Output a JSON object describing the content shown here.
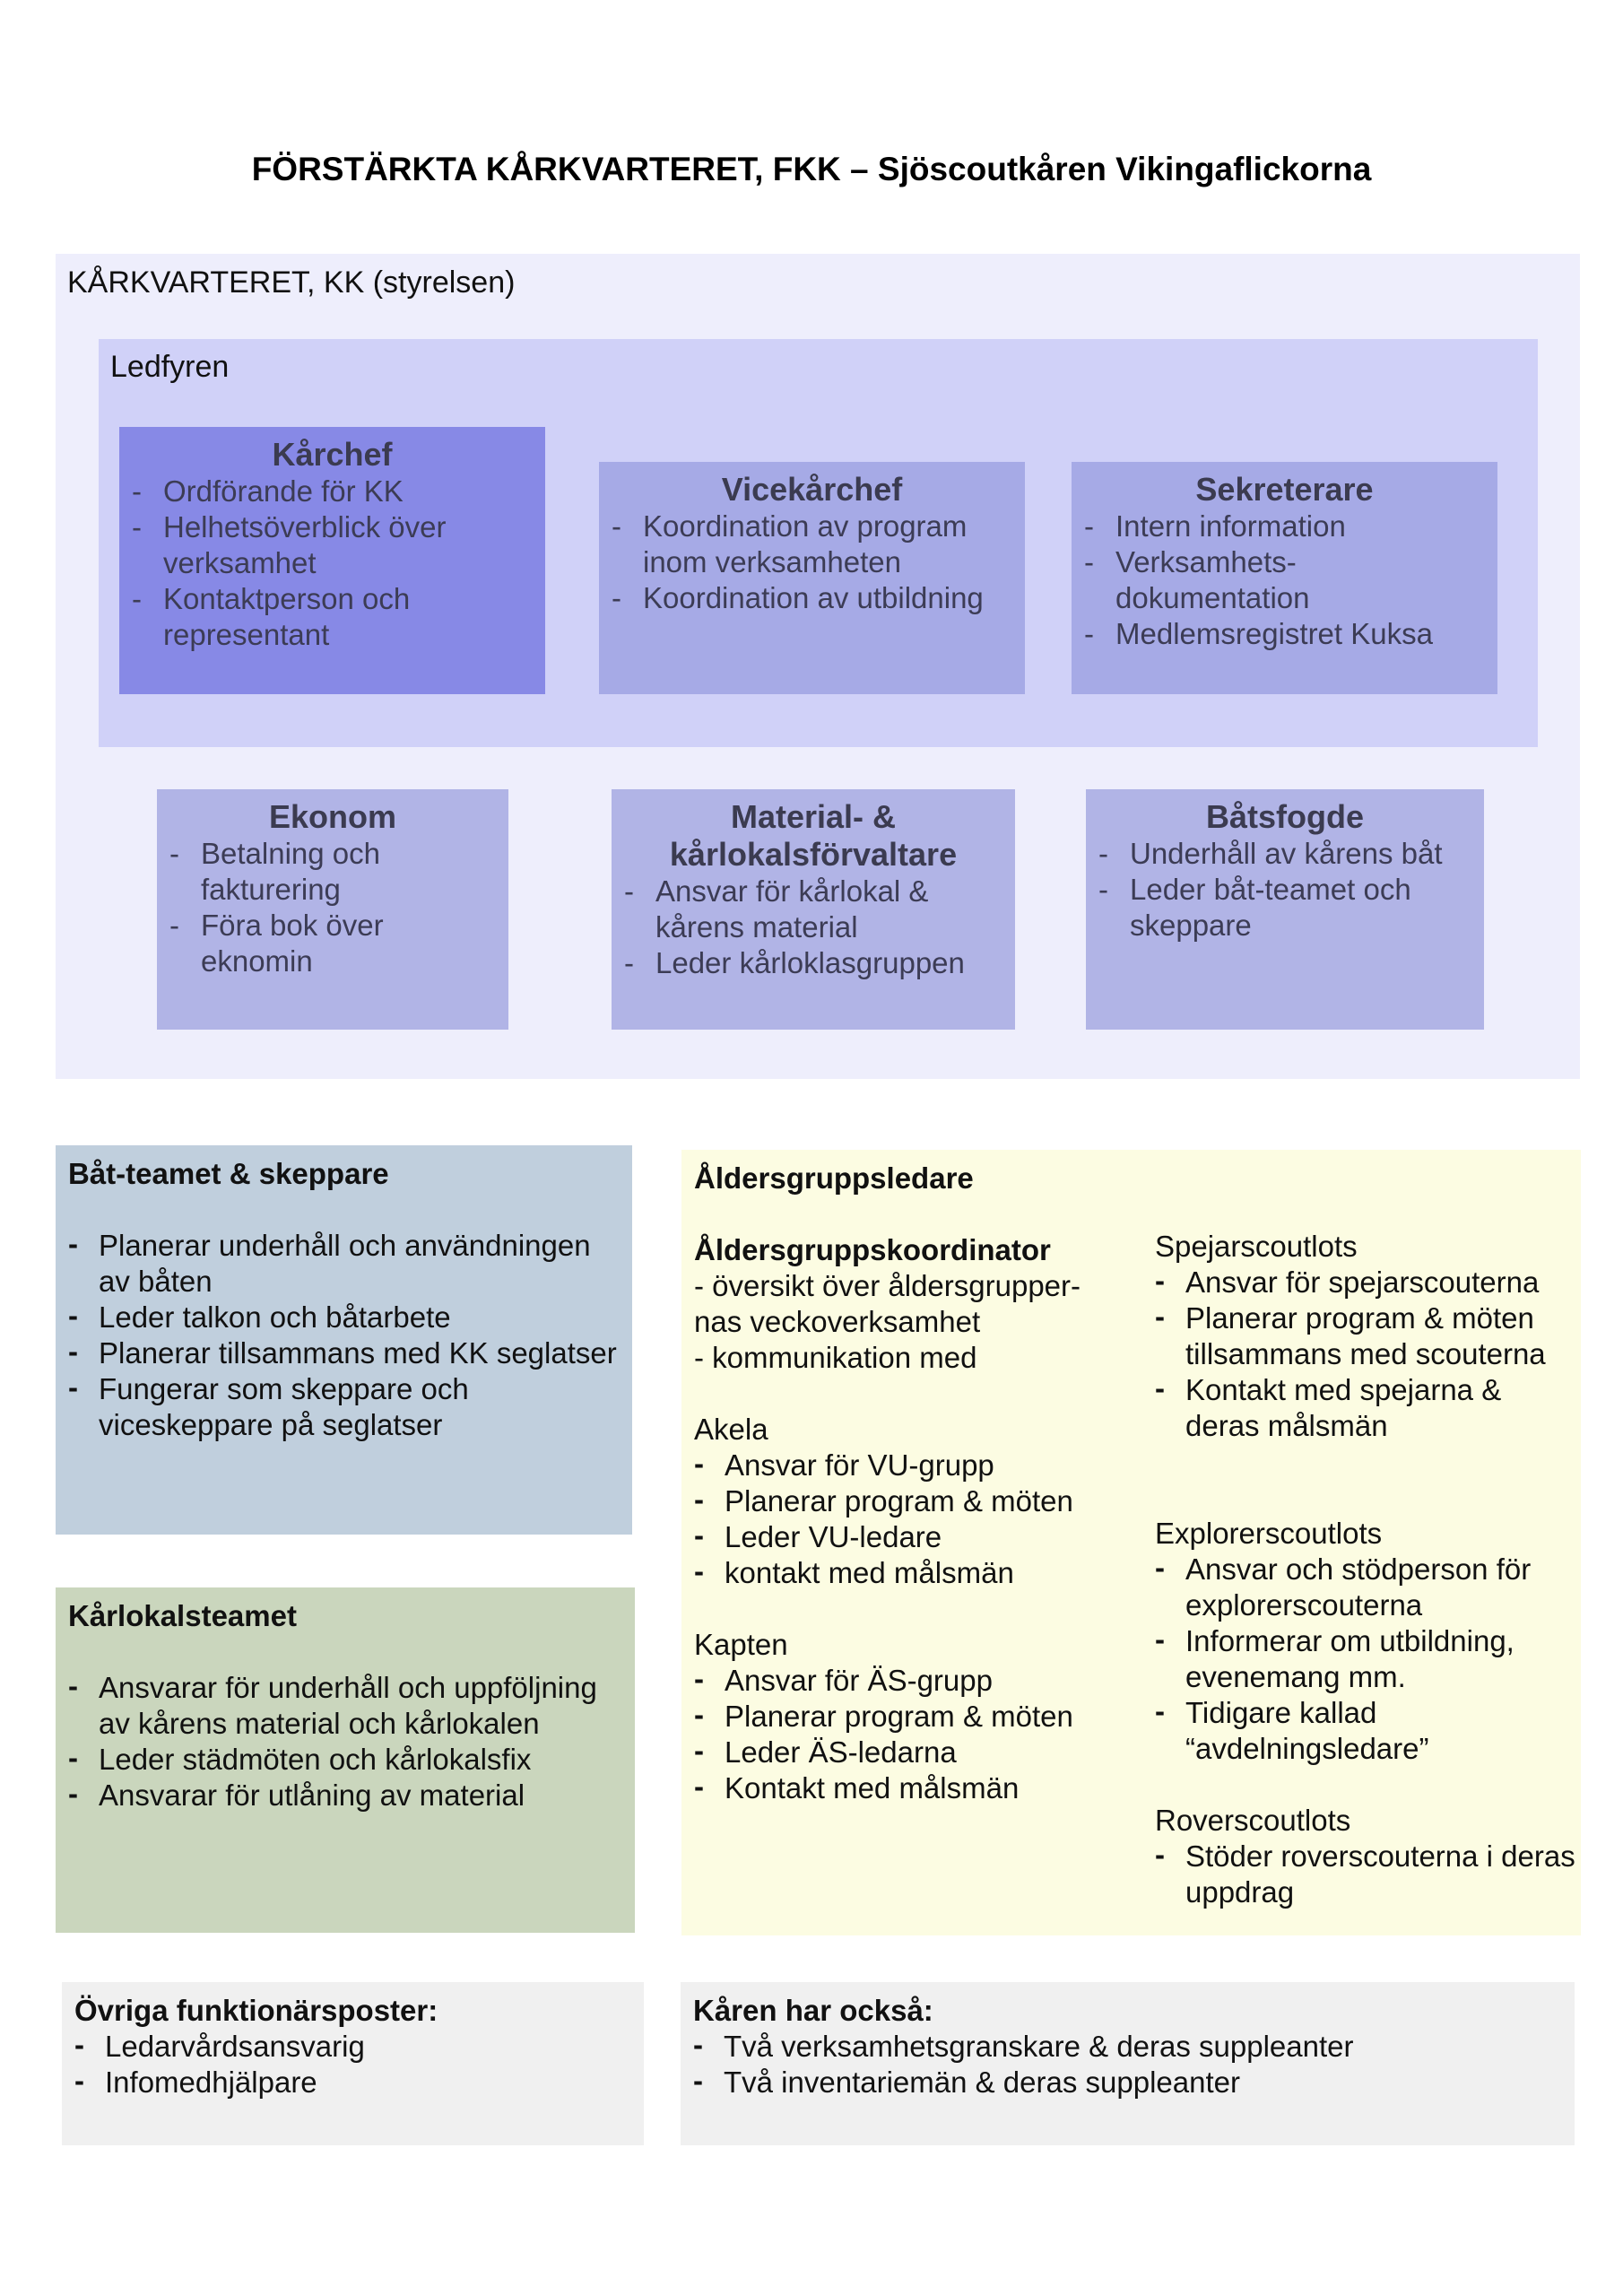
{
  "title": "FÖRSTÄRKTA KÅRKVARTERET, FKK – Sjöscoutkåren Vikingaflickorna",
  "kk_label": "KÅRKVARTERET, KK (styrelsen)",
  "ledfyren_label": "Ledfyren",
  "dash": "-",
  "roles": {
    "karchef": {
      "title": "Kårchef",
      "items": [
        "Ordförande för KK",
        "Helhetsöverblick över verksamhet",
        "Kontaktperson och representant"
      ]
    },
    "vicekarchef": {
      "title": "Vicekårchef",
      "items": [
        "Koordination av program inom verksamheten",
        "Koordination av utbildning"
      ]
    },
    "sekreterare": {
      "title": "Sekreterare",
      "items": [
        "Intern information",
        "Verksamhets-dokumentation",
        "Medlemsregistret Kuksa"
      ]
    },
    "ekonom": {
      "title": "Ekonom",
      "items": [
        "Betalning och fakturering",
        "Föra bok över eknomin"
      ]
    },
    "material": {
      "title": "Material- & kårlokalsförvaltare",
      "items": [
        "Ansvar för kårlokal & kårens material",
        "Leder kårloklasgruppen"
      ]
    },
    "batsfogde": {
      "title": "Båtsfogde",
      "items": [
        "Underhåll av kårens båt",
        "Leder båt-teamet och skeppare"
      ]
    }
  },
  "bat_teamet": {
    "title": "Båt-teamet & skeppare",
    "items": [
      "Planerar underhåll och användningen av båten",
      "Leder talkon och båtarbete",
      "Planerar tillsammans med KK seglatser",
      "Fungerar som skeppare och viceskeppare på seglatser"
    ]
  },
  "karlokalsteamet": {
    "title": "Kårlokalsteamet",
    "items": [
      "Ansvarar för underhåll och uppföljning av kårens material och kårlokalen",
      "Leder städmöten och kårlokalsfix",
      "Ansvarar för utlåning av material"
    ]
  },
  "aldersgruppsledare": {
    "title": "Åldersgruppsledare",
    "koordinator_title": "Åldersgruppskoordinator",
    "koordinator_lines": [
      "- översikt över åldersgrupper-",
      "nas veckoverksamhet",
      "- kommunikation med"
    ],
    "akela": {
      "title": "Akela",
      "items": [
        "Ansvar för VU-grupp",
        "Planerar program & möten",
        "Leder VU-ledare",
        "kontakt med målsmän"
      ]
    },
    "kapten": {
      "title": "Kapten",
      "items": [
        "Ansvar för ÄS-grupp",
        "Planerar program & möten",
        "Leder ÄS-ledarna",
        "Kontakt med målsmän"
      ]
    },
    "spejar": {
      "title": "Spejarscoutlots",
      "items": [
        "Ansvar för spejarscouterna",
        "Planerar program & möten tillsammans med scouterna",
        "Kontakt med spejarna & deras målsmän"
      ]
    },
    "explorer": {
      "title": "Explorerscoutlots",
      "items": [
        "Ansvar och stödperson för explorerscouterna",
        "Informerar om utbildning, evenemang mm.",
        "Tidigare kallad “avdelningsledare”"
      ]
    },
    "rover": {
      "title": "Roverscoutlots",
      "items": [
        "Stöder roverscouterna i deras uppdrag"
      ]
    }
  },
  "ovriga": {
    "title": "Övriga funktionärsposter:",
    "items": [
      "Ledarvårdsansvarig",
      "Infomedhjälpare"
    ]
  },
  "karen": {
    "title": "Kåren har också:",
    "items": [
      "Två verksamhetsgranskare & deras suppleanter",
      "Två inventariemän & deras suppleanter"
    ]
  }
}
